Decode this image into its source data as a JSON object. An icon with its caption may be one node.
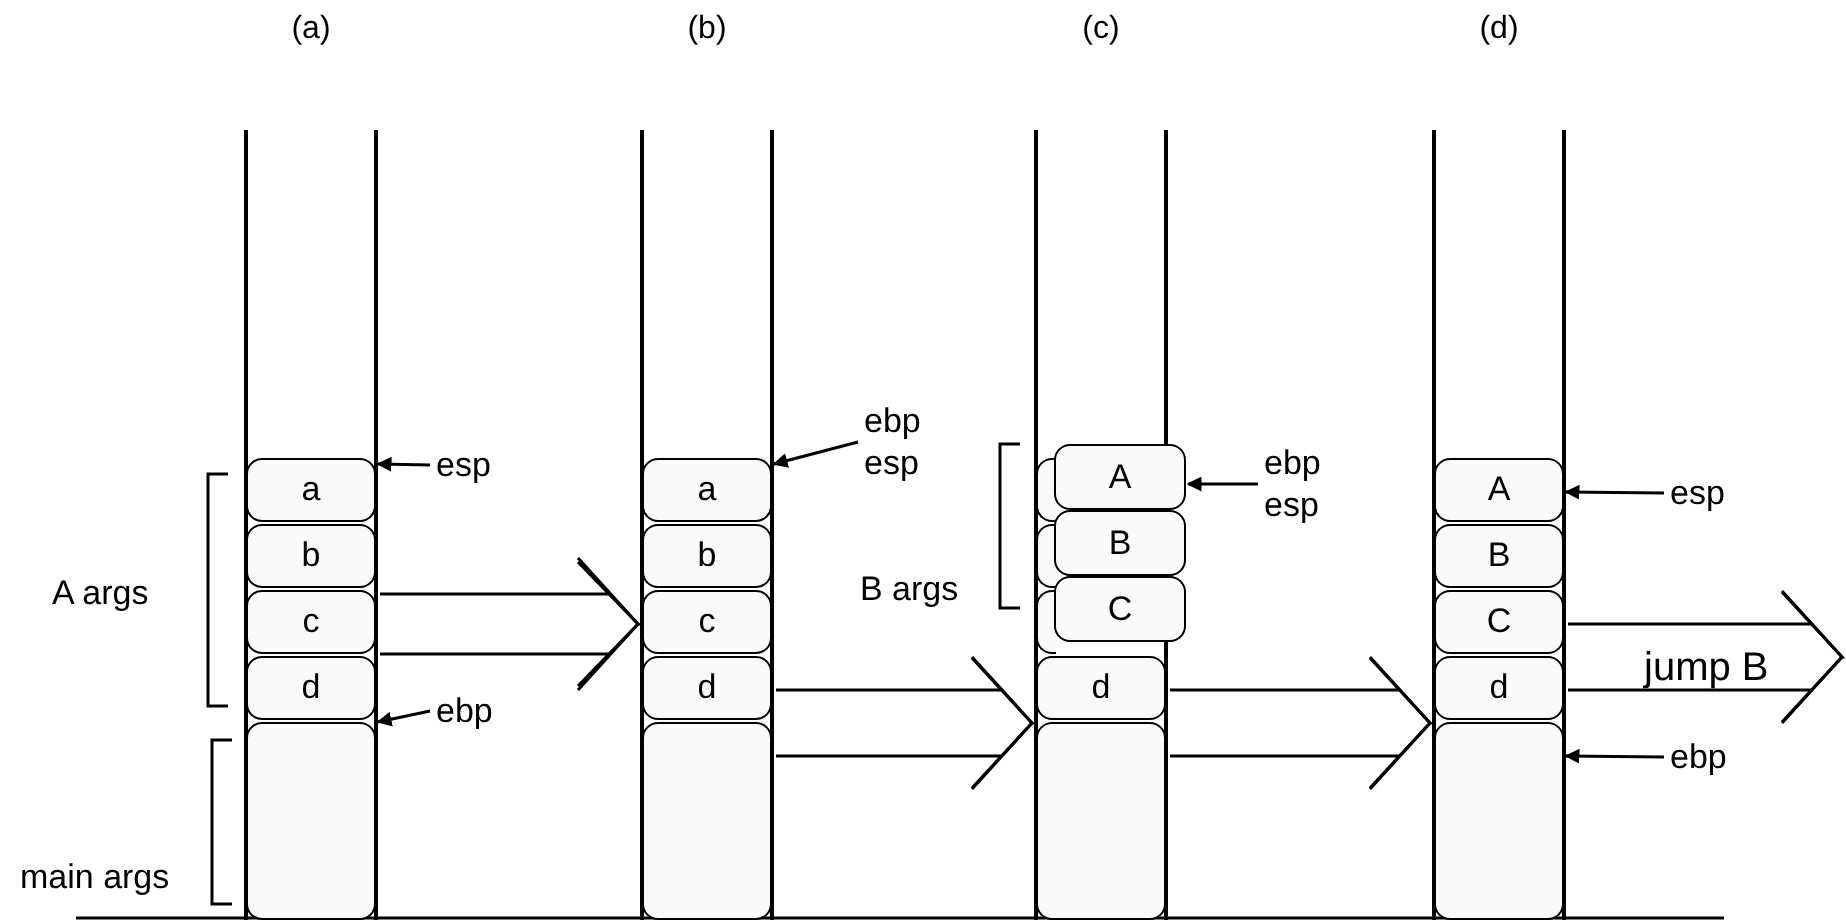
{
  "diagram": {
    "nodes": [
      {
        "text": [
          "(a)"
        ]
      },
      {
        "text": [
          "a"
        ],
        "in": 0
      },
      {
        "text": [
          "b"
        ],
        "in": 0
      },
      {
        "text": [
          "c"
        ],
        "in": 0
      },
      {
        "text": [
          "d"
        ],
        "in": 0
      },
      {
        "text": [],
        "shape": "box",
        "in": 0
      },
      {
        "text": [
          "esp"
        ]
      },
      {
        "text": [
          "ebp"
        ]
      },
      {
        "text": [
          "(b)"
        ]
      },
      {
        "text": [
          "a"
        ],
        "in": 8
      },
      {
        "text": [
          "b"
        ],
        "in": 8
      },
      {
        "text": [
          "c"
        ],
        "in": 8
      },
      {
        "text": [
          "d"
        ],
        "in": 8
      },
      {
        "text": [],
        "shape": "box",
        "in": 8
      },
      {
        "text": [
          "ebp esp"
        ]
      },
      {
        "text": [
          "(c)"
        ]
      },
      {
        "text": [],
        "shape": "box",
        "in": 15
      },
      {
        "text": [],
        "shape": "box",
        "in": 15
      },
      {
        "text": [],
        "shape": "box",
        "in": 15
      },
      {
        "text": [
          "A"
        ],
        "in": 15
      },
      {
        "text": [
          "B"
        ],
        "in": 15
      },
      {
        "text": [
          "C"
        ],
        "in": 15
      },
      {
        "text": [
          "d"
        ],
        "in": 15
      },
      {
        "text": [],
        "shape": "box",
        "in": 15
      },
      {
        "text": [
          "ebp esp"
        ]
      },
      {
        "text": [
          "(d)"
        ]
      },
      {
        "text": [
          "A"
        ],
        "in": 25
      },
      {
        "text": [
          "B"
        ],
        "in": 25
      },
      {
        "text": [
          "C"
        ],
        "in": 25
      },
      {
        "text": [
          "d"
        ],
        "in": 25
      },
      {
        "text": [],
        "shape": "box",
        "in": 25
      },
      {
        "text": [
          "esp"
        ]
      },
      {
        "text": [
          "ebp"
        ]
      }
    ],
    "edges": [
      {
        "from": 6,
        "to": 1,
        "arrow": "to"
      },
      {
        "from": 7,
        "to": 5,
        "arrow": "to"
      },
      {
        "from": 14,
        "to": 9,
        "arrow": "to"
      },
      {
        "from": 24,
        "to": 19,
        "arrow": "to"
      },
      {
        "from": 31,
        "to": 26,
        "arrow": "to"
      },
      {
        "from": 32,
        "to": 30,
        "arrow": "to"
      },
      {
        "from": 0,
        "to": 8,
        "arrow": "to"
      },
      {
        "from": 8,
        "to": 15,
        "arrow": "to"
      },
      {
        "from": 15,
        "to": 25,
        "arrow": "to"
      },
      {
        "from": 25,
        "to": null,
        "arrow": "to",
        "label": "jump B"
      }
    ],
    "labels": [
      "A args",
      "main args",
      "B args"
    ]
  }
}
